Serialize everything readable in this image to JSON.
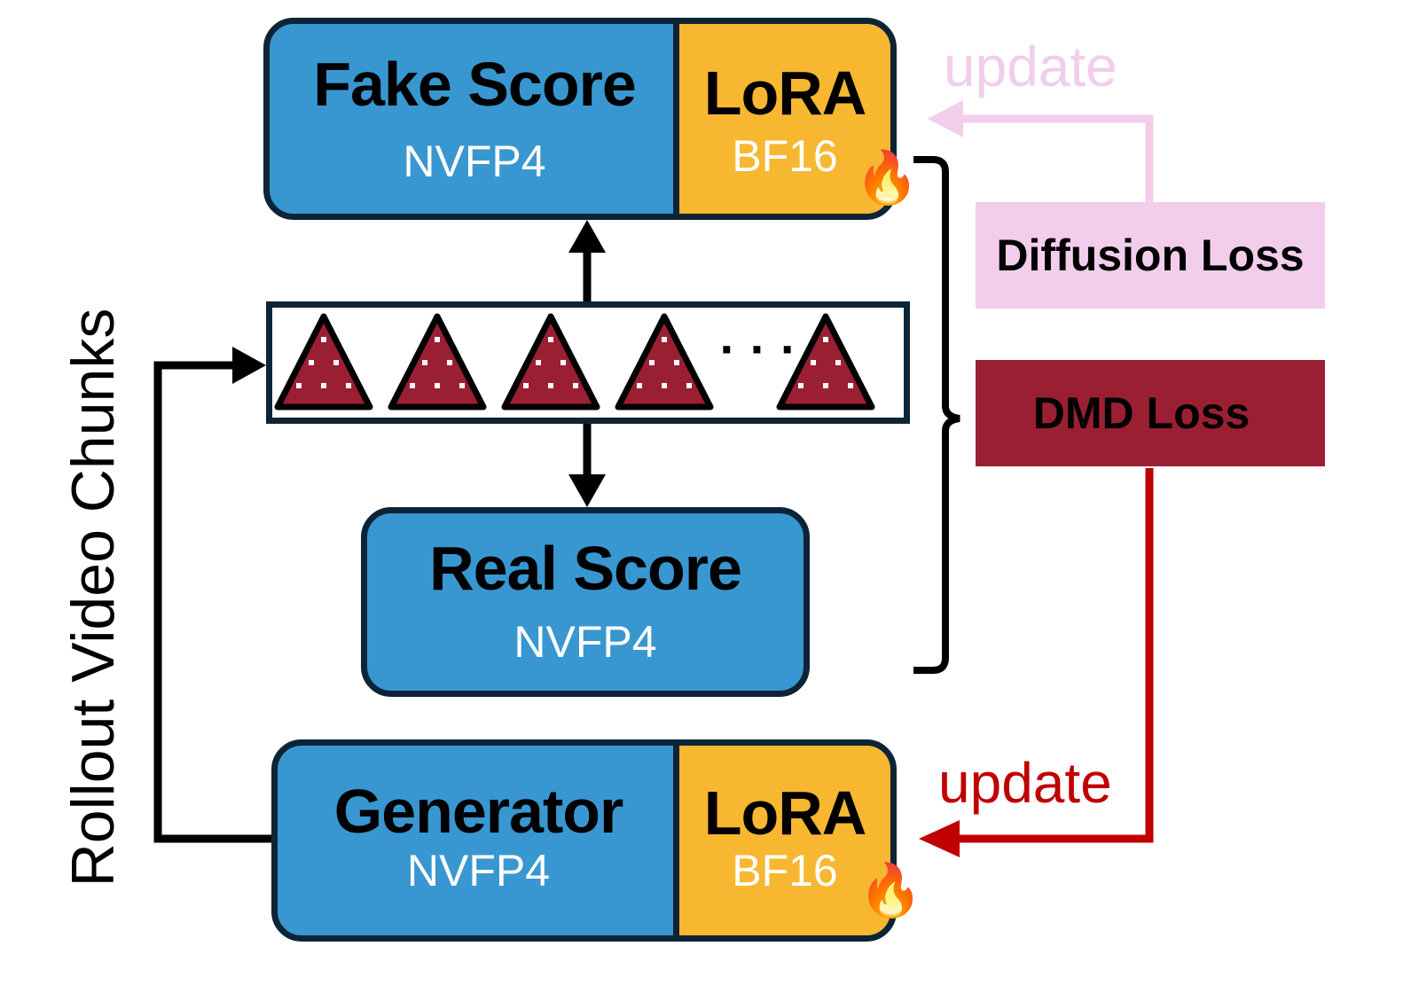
{
  "fake_score": {
    "title": "Fake Score",
    "precision": "NVFP4"
  },
  "fake_lora": {
    "title": "LoRA",
    "precision": "BF16",
    "icon": "fire-icon"
  },
  "real_score": {
    "title": "Real Score",
    "precision": "NVFP4"
  },
  "generator": {
    "title": "Generator",
    "precision": "NVFP4"
  },
  "generator_lora": {
    "title": "LoRA",
    "precision": "BF16",
    "icon": "fire-icon"
  },
  "diffusion_loss": {
    "label": "Diffusion Loss",
    "update_label": "update",
    "color": "#f2cdec"
  },
  "dmd_loss": {
    "label": "DMD Loss",
    "update_label": "update",
    "color": "#9b1f33",
    "arrow_color": "#c00000"
  },
  "chunks": {
    "ellipsis": "· · ·",
    "token_color": "#9b1f33"
  },
  "rollout_label": "Rollout Video Chunks",
  "colors": {
    "model_box": "#3897d0",
    "lora_box": "#f7b731",
    "border": "#0d2436"
  }
}
